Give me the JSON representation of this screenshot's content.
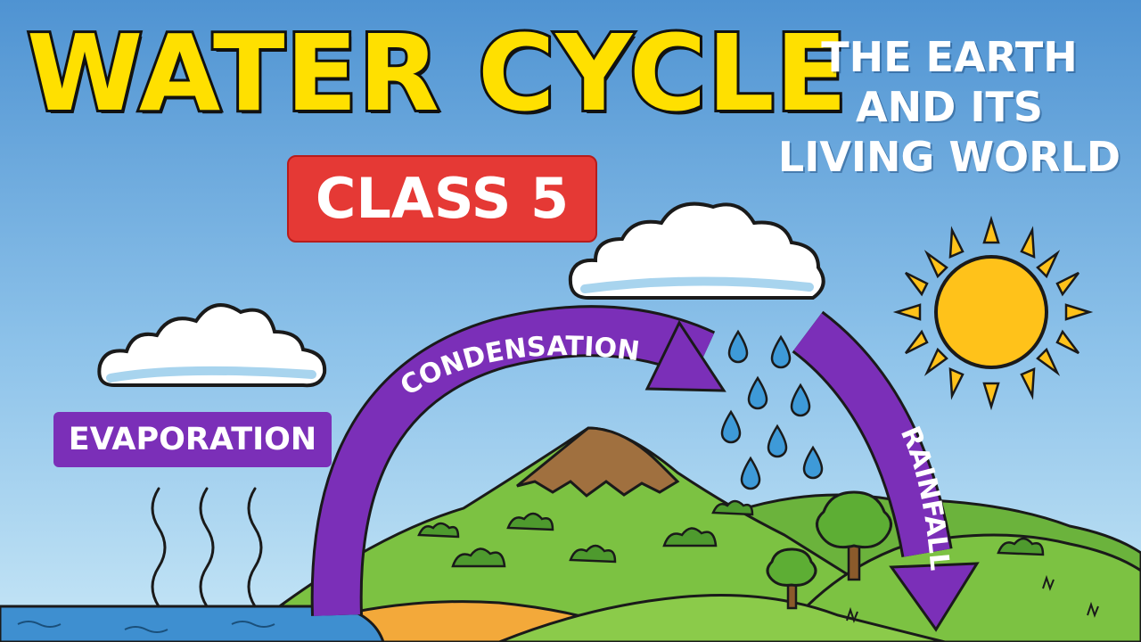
{
  "title": "WATER CYCLE",
  "badge": "CLASS 5",
  "subtitle_lines": [
    "THE EARTH",
    "AND ITS",
    "LIVING WORLD"
  ],
  "labels": {
    "evaporation": "EVAPORATION",
    "condensation": "CONDENSATION",
    "rainfall": "RAINFALL"
  },
  "colors": {
    "sky_top": "#5B9BD5",
    "sky_bottom": "#B8DDF2",
    "title_yellow": "#FFE000",
    "badge_red": "#E53935",
    "arrow_purple": "#7B2FB8",
    "sun": "#FFC21A",
    "hill_green": "#7CC242",
    "water": "#3E8FD0"
  },
  "icons": [
    "cloud-icon",
    "sun-icon",
    "raindrop-icon",
    "tree-icon",
    "mountain-icon",
    "wavy-line-icon"
  ]
}
